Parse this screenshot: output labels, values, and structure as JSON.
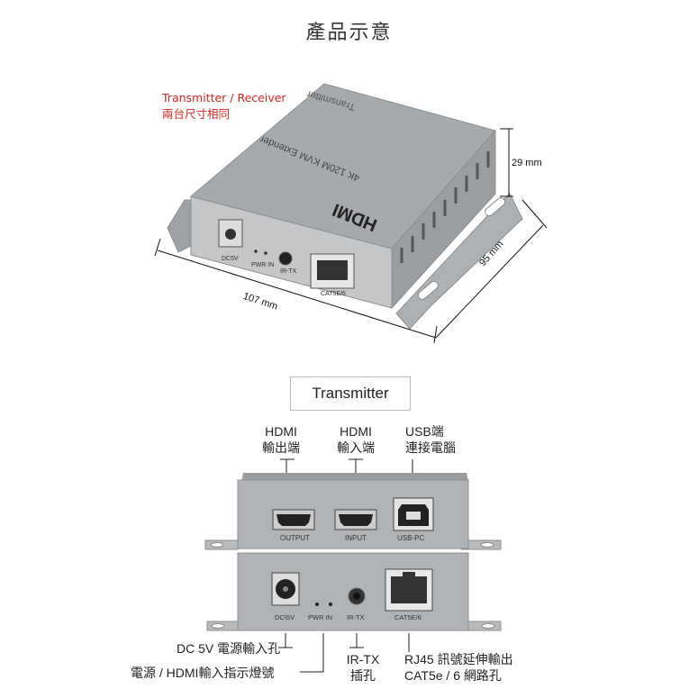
{
  "page_title": "產品示意",
  "top_view": {
    "note_line1": "Transmitter / Receiver",
    "note_line2": "兩台尺寸相同",
    "dim_height": "29 mm",
    "dim_depth": "95 mm",
    "dim_width": "107 mm",
    "top_label_transmitter": "Transmitter",
    "top_label_product": "4K 120M KVM Extender",
    "logo_text": "HDMI",
    "ports": {
      "dc": "DC5V",
      "pwr": "PWR IN",
      "ir": "IR-TX",
      "rj45": "CAT5E/6"
    }
  },
  "section_label": "Transmitter",
  "callouts_top": {
    "hdmi_out_l1": "HDMI",
    "hdmi_out_l2": "輸出端",
    "hdmi_in_l1": "HDMI",
    "hdmi_in_l2": "輸入端",
    "usb_l1": "USB端",
    "usb_l2": "連接電腦"
  },
  "front_panel": {
    "output": "OUTPUT",
    "input": "INPUT",
    "usb": "USB-PC"
  },
  "back_panel": {
    "dc": "DC\\5V",
    "pwr": "PWR IN",
    "ir": "IR-TX",
    "rj45": "CAT5E/6"
  },
  "callouts_bottom": {
    "dc": "DC 5V 電源輸入孔",
    "pwr": "電源 / HDMI輸入指示燈號",
    "ir_l1": "IR-TX",
    "ir_l2": "插孔",
    "rj45_l1": "RJ45 訊號延伸輸出",
    "rj45_l2": "CAT5e / 6 網路孔"
  },
  "colors": {
    "accent_red": "#d4261c",
    "metal": "#a9abad",
    "metal_dark": "#7d8084"
  }
}
